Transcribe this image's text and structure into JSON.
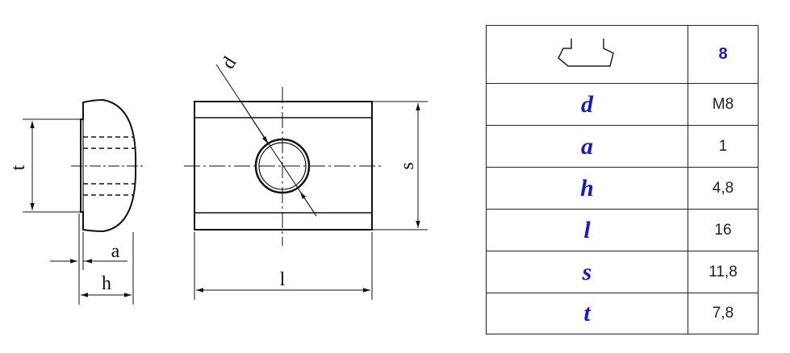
{
  "drawing": {
    "labels": {
      "t": "t",
      "a": "a",
      "h": "h",
      "l": "l",
      "s": "s",
      "d": "d"
    }
  },
  "table": {
    "header": {
      "value": "8",
      "icon": "t-slot-profile-icon"
    },
    "rows": [
      {
        "symbol": "d",
        "value": "M8"
      },
      {
        "symbol": "a",
        "value": "1"
      },
      {
        "symbol": "h",
        "value": "4,8"
      },
      {
        "symbol": "l",
        "value": "16"
      },
      {
        "symbol": "s",
        "value": "11,8"
      },
      {
        "symbol": "t",
        "value": "7,8"
      }
    ],
    "colors": {
      "symbol": "#1818c8",
      "border": "#222222"
    }
  }
}
